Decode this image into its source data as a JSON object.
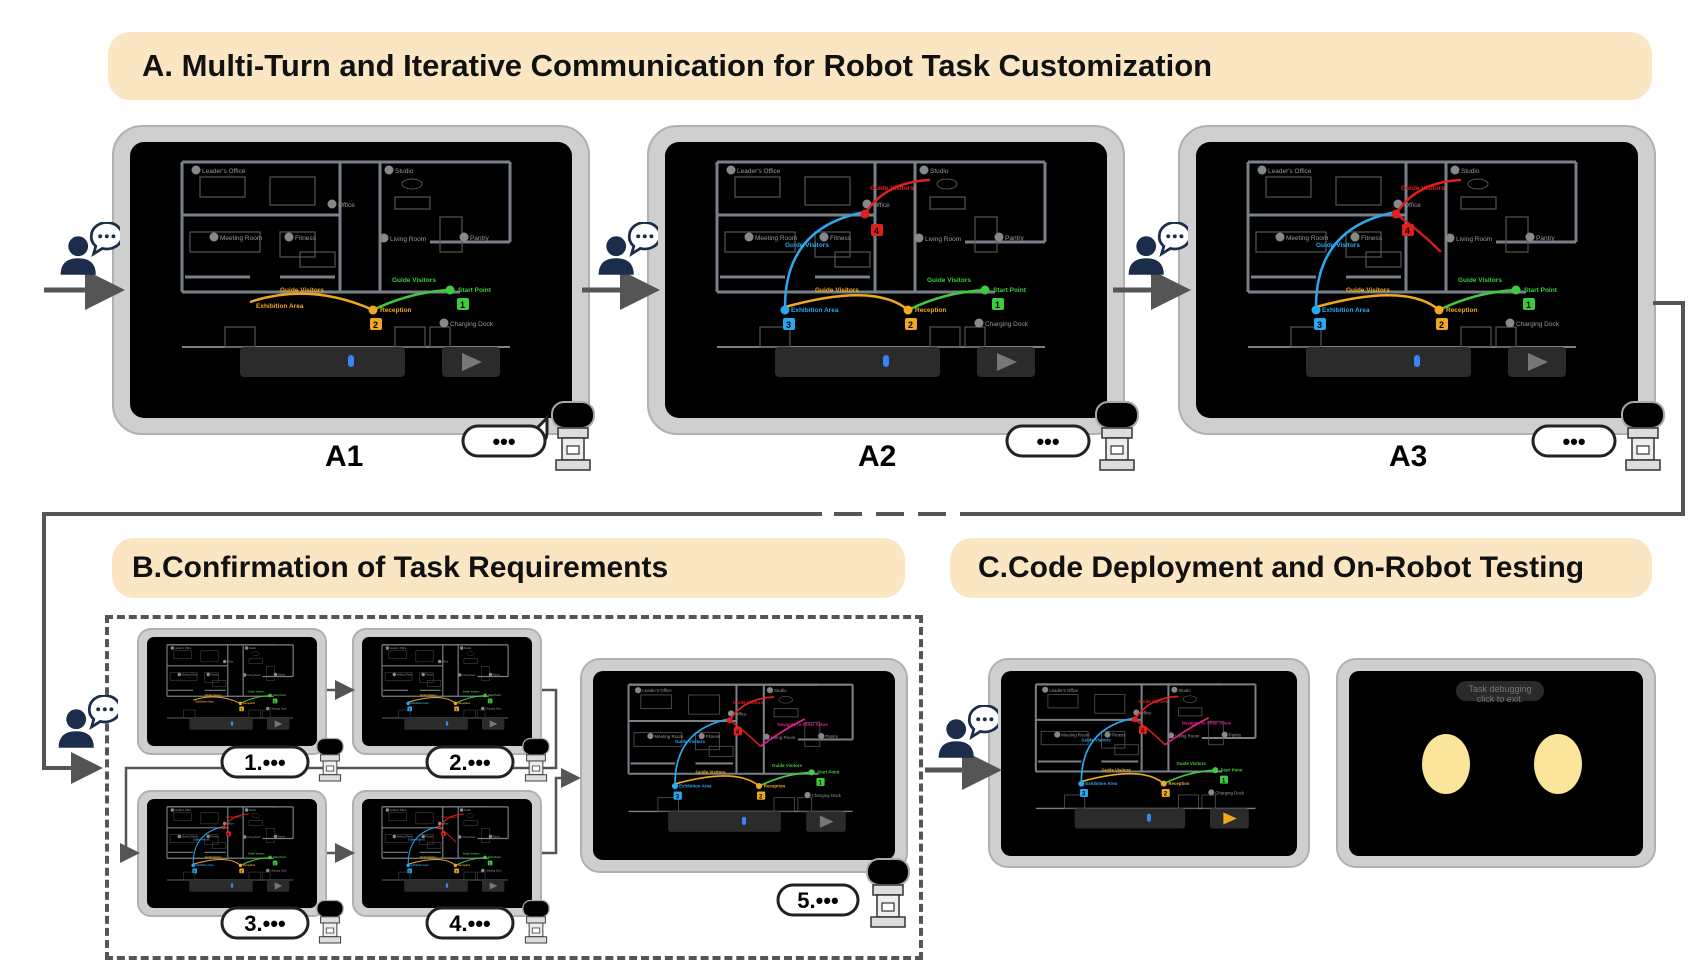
{
  "sections": {
    "a_title": "A. Multi-Turn and Iterative Communication for Robot Task Customization",
    "b_title": "B.Confirmation of Task Requirements",
    "c_title": "C.Code Deployment and On-Robot Testing"
  },
  "panels": {
    "a1": "A1",
    "a2": "A2",
    "a3": "A3"
  },
  "robot_bubbles": {
    "ellipsis": "•••",
    "step1": "1.•••",
    "step2": "2.•••",
    "step3": "3.•••",
    "step4": "4.•••",
    "step5": "5.•••"
  },
  "map_labels": {
    "leaders_office": "Leader's Office",
    "studio": "Studio",
    "office": "Office",
    "meeting_room": "Meeting Room",
    "fitness": "Fitness",
    "living_room": "Living Room",
    "pantry": "Pantry",
    "guide_visitors": "Guide Visitors",
    "start_point": "Start Point",
    "exhibition_area": "Exhibition Area",
    "reception": "Reception",
    "charging_dock": "Charging Dock",
    "navigate_other": "Navigate to Other Areas"
  },
  "step_numbers": [
    "1",
    "2",
    "3",
    "4"
  ],
  "testing_screen": {
    "line1": "Task debugging",
    "line2": "click to exit."
  },
  "colors": {
    "banner": "#fbe6c4",
    "green": "#3ecb3e",
    "orange": "#f0a820",
    "blue": "#29a8f0",
    "red": "#e02020",
    "magenta": "#e0208a",
    "eye": "#fbe59a"
  }
}
